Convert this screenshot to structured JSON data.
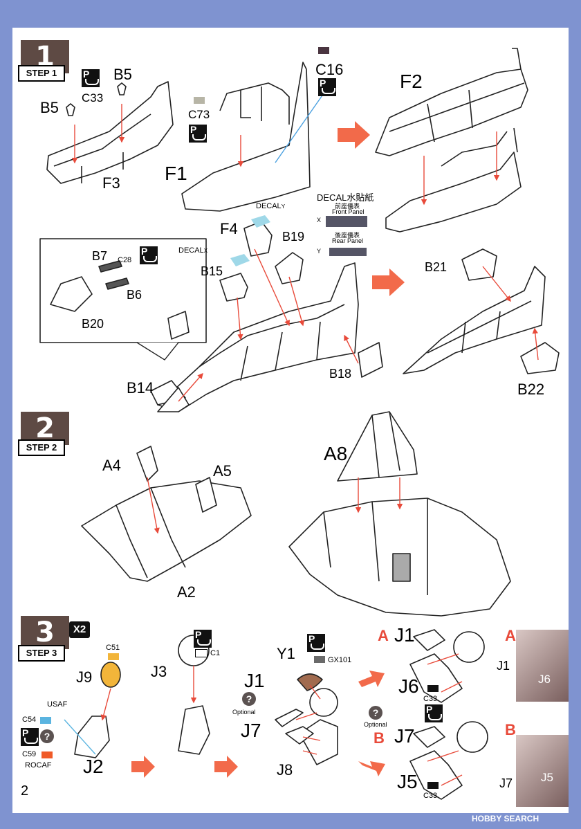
{
  "page_number": "2",
  "watermark": "HOBBY SEARCH",
  "steps": [
    {
      "number": "1",
      "label": "STEP 1"
    },
    {
      "number": "2",
      "label": "STEP 2"
    },
    {
      "number": "3",
      "label": "STEP 3"
    }
  ],
  "step1": {
    "parts": [
      "B5",
      "B5",
      "C33",
      "F3",
      "C16",
      "C73",
      "F1",
      "F2",
      "F4",
      "B19",
      "B15",
      "B7",
      "B6",
      "C28",
      "B20",
      "B14",
      "B18",
      "B21",
      "B22"
    ],
    "decal_title": "DECAL水貼紙",
    "decal_front_cn": "前座儀表",
    "decal_front_en": "Front Panel",
    "decal_rear_cn": "後座儀表",
    "decal_rear_en": "Rear Panel",
    "decal_y": "DECAL",
    "decal_y_suffix": "Y",
    "decal_x": "DECAL",
    "decal_x_suffix": "X",
    "x_mark": "X",
    "y_mark": "Y"
  },
  "step2": {
    "parts": [
      "A4",
      "A5",
      "A2",
      "A8"
    ]
  },
  "step3": {
    "multiplier": "X2",
    "parts": [
      "C51",
      "J9",
      "J3",
      "C1",
      "Y1",
      "GX101",
      "J1",
      "J7",
      "J8",
      "J2",
      "C54",
      "C59",
      "J6",
      "J5",
      "J1",
      "J7",
      "C33",
      "C33",
      "J1",
      "J6",
      "J7",
      "J5"
    ],
    "usaf": "USAF",
    "rocaf": "ROCAF",
    "optional": "Optional",
    "option_a": "A",
    "option_b": "B",
    "q": "?",
    "p": "P"
  },
  "colors": {
    "background": "#7f93d0",
    "step_badge": "#5e4a44",
    "arrow": "#f26a4a",
    "c16": "#4a3540",
    "c73": "#b7b5a6",
    "c51": "#f2b53a",
    "c1": "#ffffff",
    "gx101": "#6a6a6a",
    "c54": "#5ab4e0",
    "c59": "#f05a28",
    "c33": "#111111",
    "decal": "#9fd8e8",
    "red_line": "#e84a3a"
  }
}
